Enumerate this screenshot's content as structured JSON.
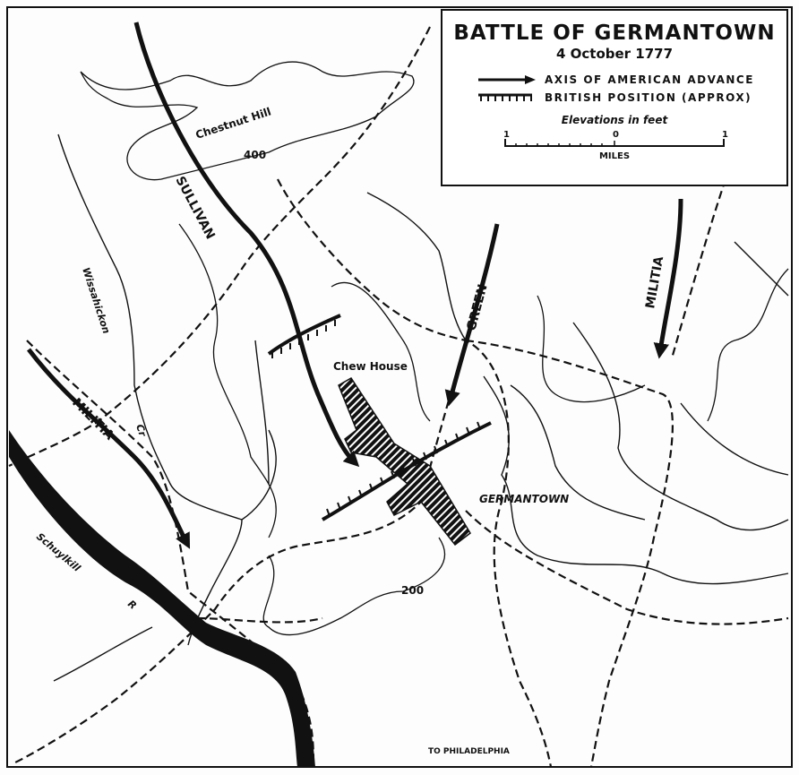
{
  "legend": {
    "title": "BATTLE OF GERMANTOWN",
    "date": "4 October 1777",
    "items": [
      {
        "symbol": "arrow",
        "label": "Axis of American Advance"
      },
      {
        "symbol": "tick-line",
        "label": "British Position (Approx)"
      }
    ],
    "elevation_note": "Elevations in feet",
    "scale": {
      "left": "1",
      "center": "0",
      "right": "1",
      "unit": "MILES"
    }
  },
  "labels": {
    "chestnut_hill": "Chestnut Hill",
    "contour_400": "400",
    "contour_200": "200",
    "sullivan": "SULLIVAN",
    "green": "GREEN",
    "militia_east": "MILITIA",
    "militia_west": "MILITIA",
    "wissahickon": "Wissahickon",
    "creek_abbrev": "Cr",
    "chew_house": "Chew House",
    "germantown": "GERMANTOWN",
    "schuylkill": "Schuylkill",
    "river_abbrev": "R",
    "to_philadelphia": "TO PHILADELPHIA"
  }
}
